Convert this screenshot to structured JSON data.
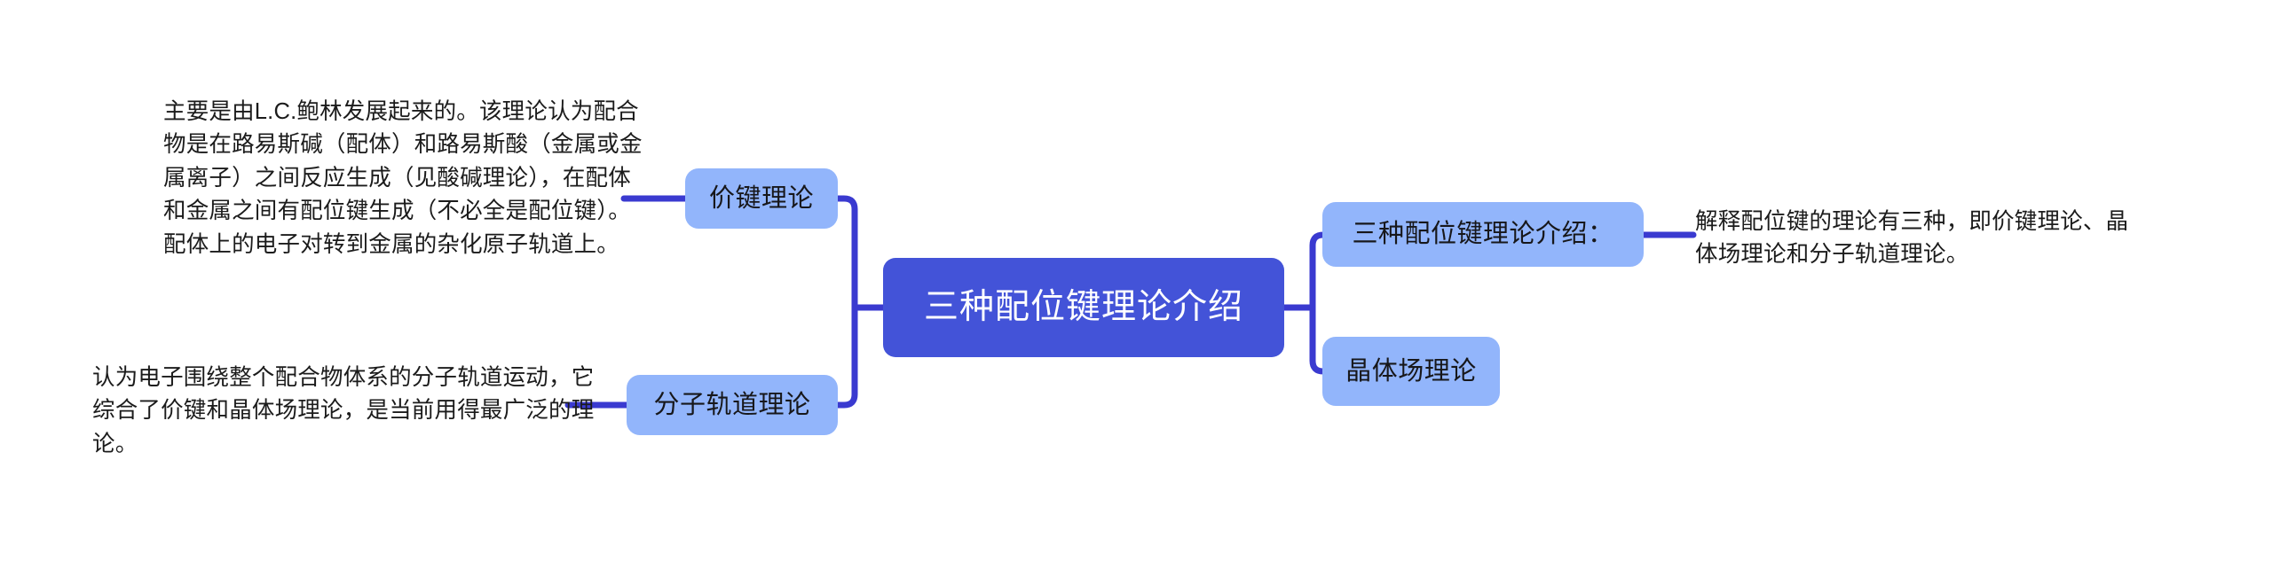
{
  "diagram": {
    "type": "mindmap",
    "background_color": "#ffffff",
    "colors": {
      "root_fill": "#4353d8",
      "root_text": "#ffffff",
      "branch_fill": "#92b5fb",
      "branch_text": "#17171a",
      "connector": "#3a3ad0",
      "note_text": "#1b1b1b"
    },
    "root": {
      "label": "三种配位键理论介绍"
    },
    "left_branches": [
      {
        "label": "价键理论"
      },
      {
        "label": "分子轨道理论"
      }
    ],
    "right_branches": [
      {
        "label": "三种配位键理论介绍："
      },
      {
        "label": "晶体场理论"
      }
    ],
    "notes": {
      "valence_bond": "主要是由L.C.鲍林发展起来的。该理论认为配合物是在路易斯碱（配体）和路易斯酸（金属或金属离子）之间反应生成（见酸碱理论），在配体和金属之间有配位键生成（不必全是配位键）。配体上的电子对转到金属的杂化原子轨道上。",
      "molecular_orbital": "认为电子围绕整个配合物体系的分子轨道运动，它综合了价键和晶体场理论，是当前用得最广泛的理论。",
      "intro": "解释配位键的理论有三种，即价键理论、晶体场理论和分子轨道理论。"
    }
  }
}
